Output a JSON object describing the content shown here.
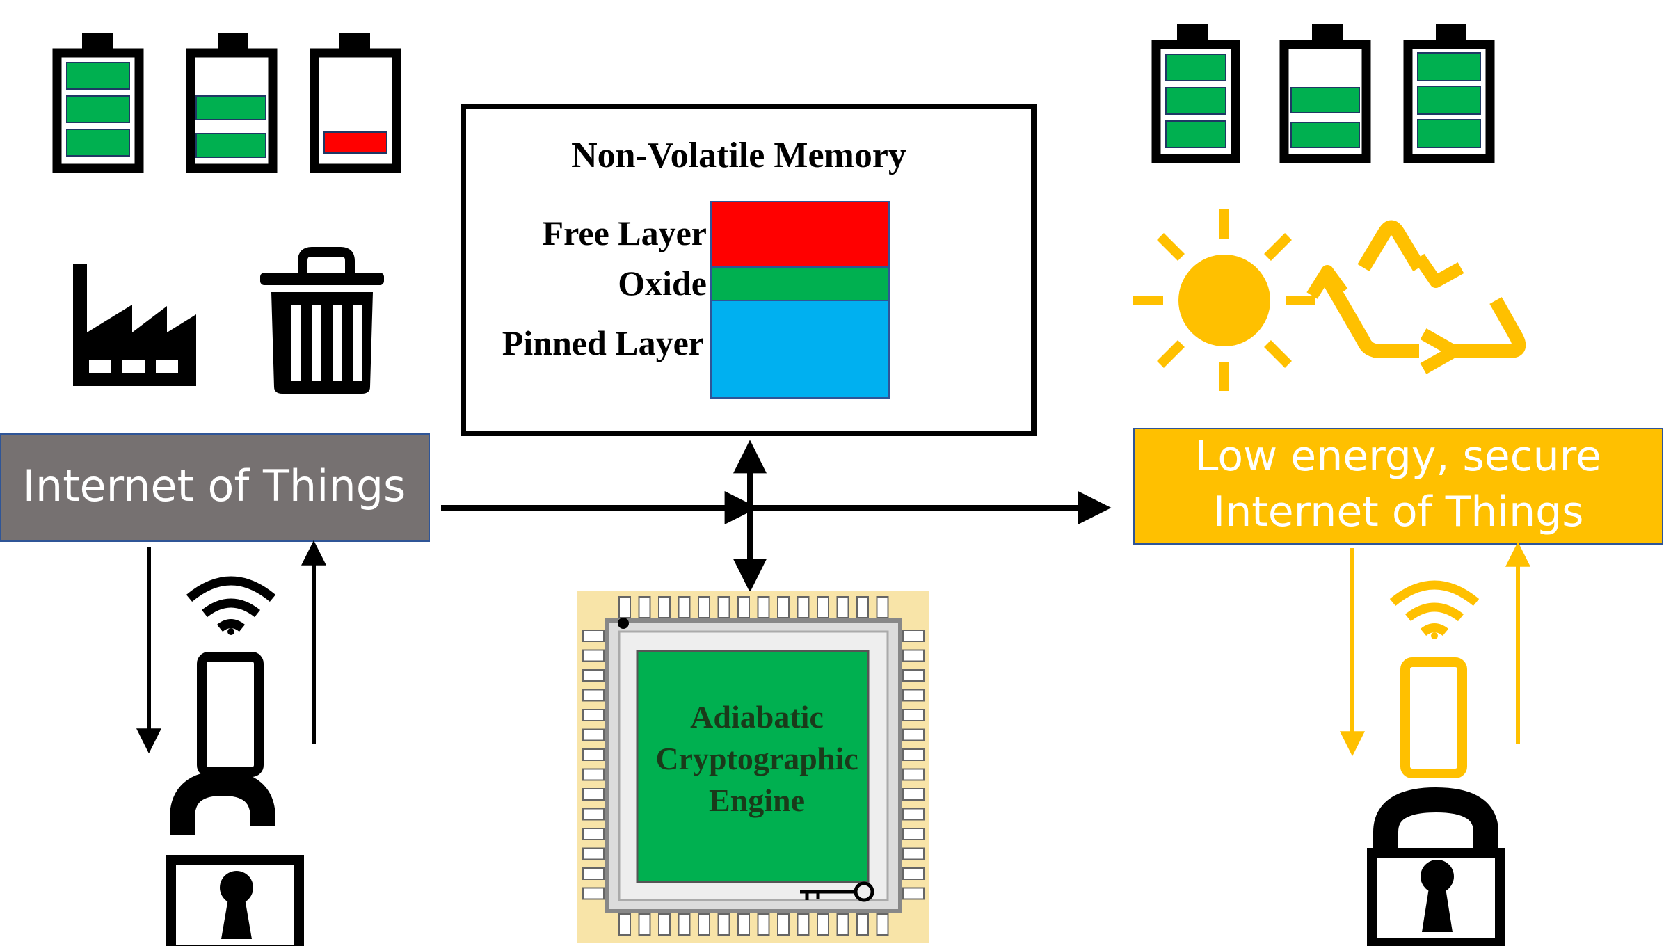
{
  "nvm": {
    "title": "Non-Volatile Memory",
    "free_layer": "Free Layer",
    "oxide": "Oxide",
    "pinned_layer": "Pinned Layer"
  },
  "left_box": {
    "label": "Internet of Things"
  },
  "right_box": {
    "line1": "Low energy, secure",
    "line2": "Internet of Things"
  },
  "chip": {
    "line1": "Adiabatic",
    "line2": "Cryptographic",
    "line3": "Engine"
  },
  "left_batteries": [
    {
      "level": "3/3",
      "bar_color": "#00B050"
    },
    {
      "level": "2/3",
      "bar_color": "#00B050"
    },
    {
      "level": "1/3",
      "bar_color": "#FF0000"
    }
  ],
  "right_batteries": [
    {
      "level": "3/3",
      "bar_color": "#00B050"
    },
    {
      "level": "2/3",
      "bar_color": "#00B050"
    },
    {
      "level": "3/3",
      "bar_color": "#00B050"
    }
  ],
  "icons": {
    "left": [
      "factory-icon",
      "trash-icon",
      "wifi-icon",
      "phone-icon",
      "unlocked-padlock-icon"
    ],
    "right": [
      "sun-icon",
      "recycle-icon",
      "wifi-icon",
      "phone-icon",
      "locked-padlock-icon"
    ]
  },
  "colors": {
    "iot_box": "#767171",
    "secure_box": "#FFC000",
    "free_layer": "#FF0000",
    "oxide": "#00B050",
    "pinned_layer": "#00B0F0",
    "chip_core": "#00B050",
    "chip_bg": "#F8E4A8"
  }
}
